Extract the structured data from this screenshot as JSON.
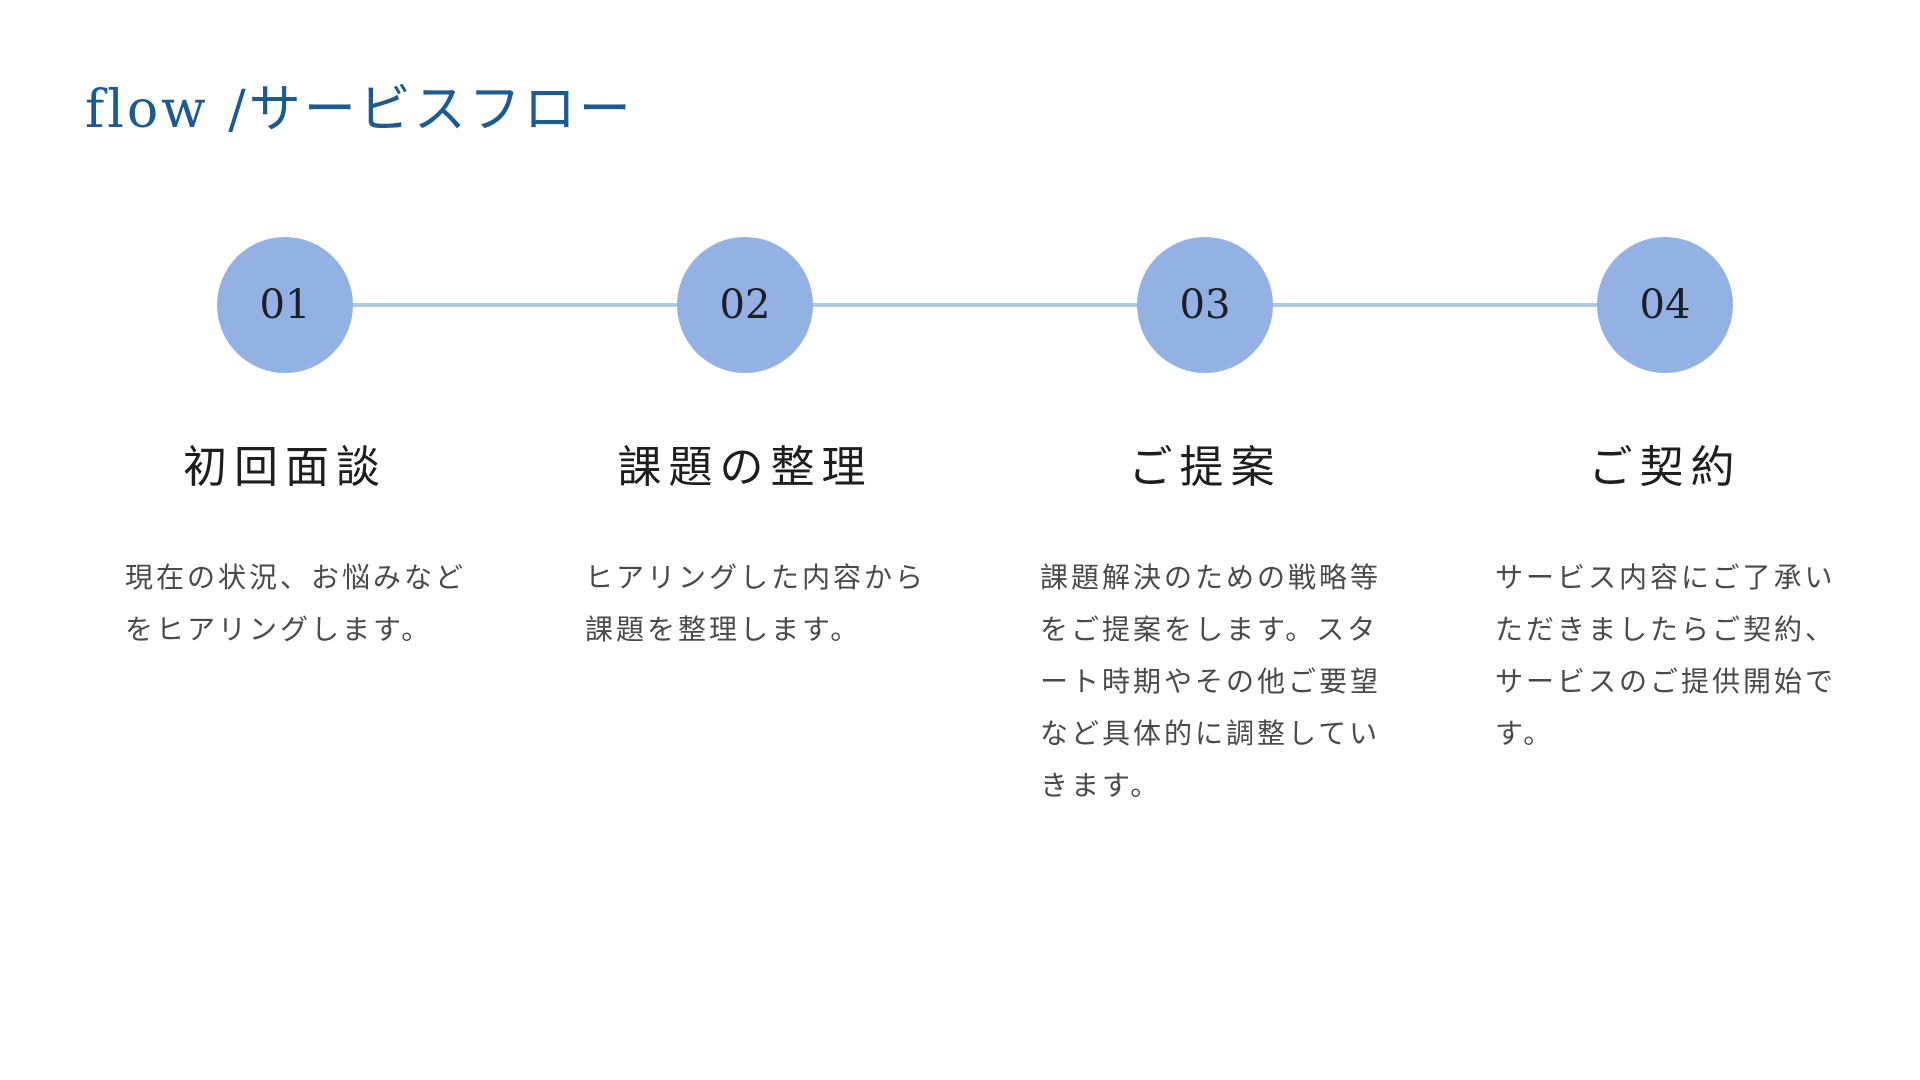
{
  "page": {
    "title": "flow /サービスフロー"
  },
  "steps": [
    {
      "number": "01",
      "title": "初回面談",
      "description": "現在の状況、お悩みなどをヒアリングします。"
    },
    {
      "number": "02",
      "title": "課題の整理",
      "description": "ヒアリングした内容から課題を整理します。"
    },
    {
      "number": "03",
      "title": "ご提案",
      "description": "課題解決のための戦略等をご提案をします。スタート時期やその他ご要望など具体的に調整していきます。"
    },
    {
      "number": "04",
      "title": "ご契約",
      "description": "サービス内容にご了承いただきましたらご契約、サービスのご提供開始です。"
    }
  ],
  "colors": {
    "title": "#1c5a8f",
    "circle": "#93b1e2",
    "connector": "#b3c8df",
    "step_title": "#1e1e1e",
    "description": "#4a4a4a"
  }
}
